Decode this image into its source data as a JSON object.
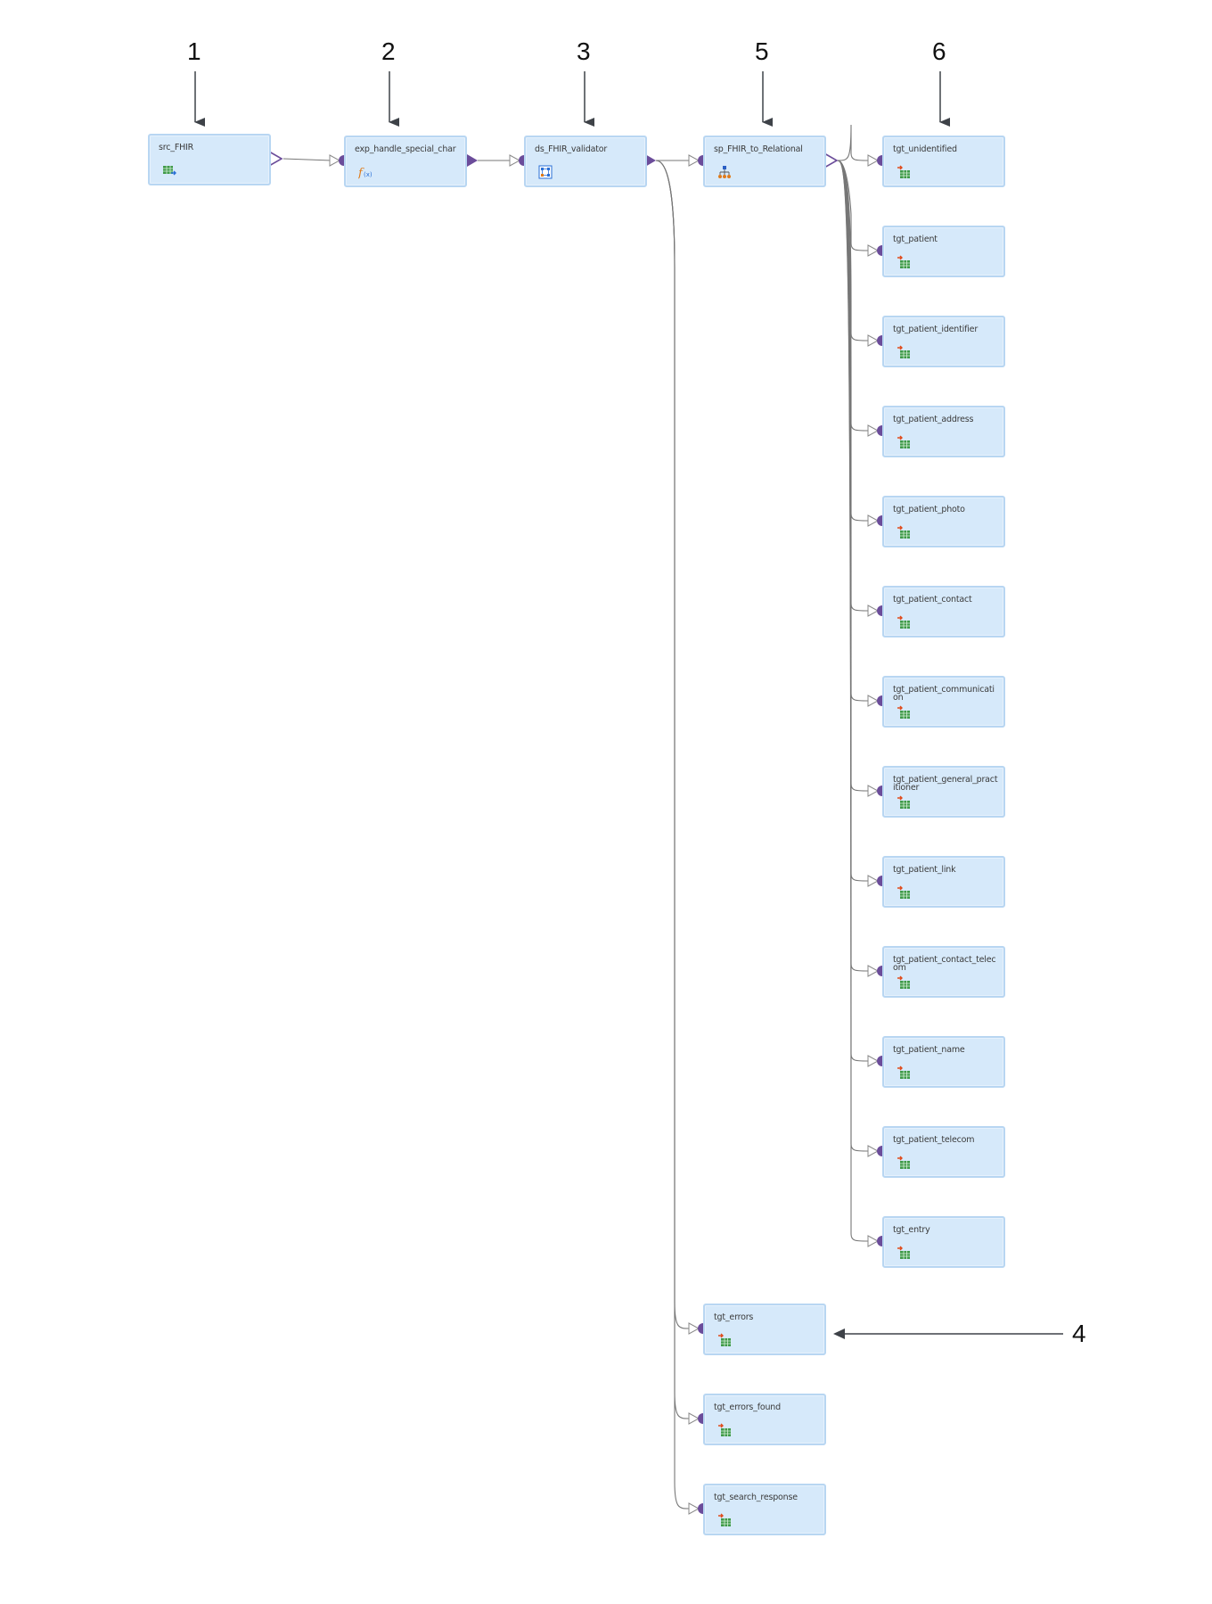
{
  "callouts": [
    "1",
    "2",
    "3",
    "5",
    "6",
    "4"
  ],
  "nodes": {
    "src": "src_FHIR",
    "exp": "exp_handle_special_char",
    "ds": "ds_FHIR_validator",
    "sp": "sp_FHIR_to_Relational",
    "targets": [
      "tgt_unidentified",
      "tgt_patient",
      "tgt_patient_identifier",
      "tgt_patient_address",
      "tgt_patient_photo",
      "tgt_patient_contact",
      "tgt_patient_communication",
      "tgt_patient_general_practitioner",
      "tgt_patient_link",
      "tgt_patient_contact_telecom",
      "tgt_patient_name",
      "tgt_patient_telecom",
      "tgt_entry"
    ],
    "errors": [
      "tgt_errors",
      "tgt_errors_found",
      "tgt_search_response"
    ]
  },
  "colors": {
    "node_fill": "#d6e9fa",
    "node_border": "#b8d6f2",
    "port": "#6b4c9a",
    "link": "#777777"
  },
  "icons": {
    "source": "source-table-icon",
    "expression": "fx-expression-icon",
    "validator": "data-services-icon",
    "parser": "hierarchy-icon",
    "target": "target-table-icon"
  }
}
